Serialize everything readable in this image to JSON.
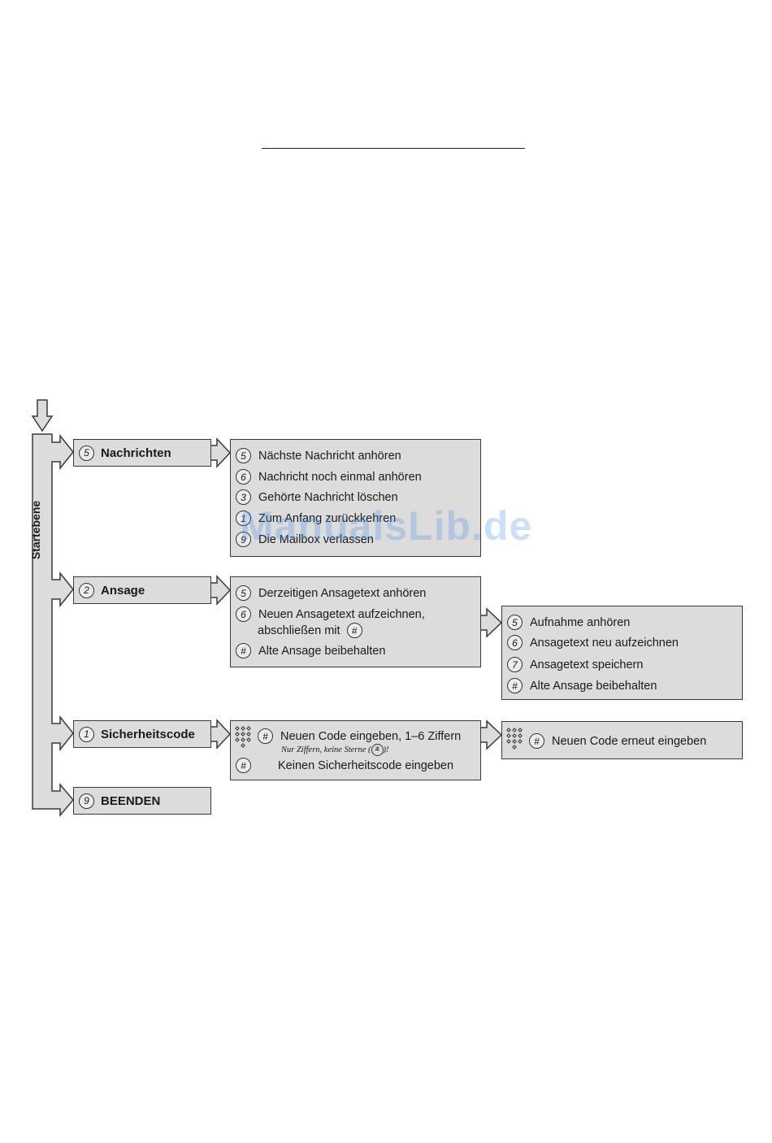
{
  "start_label": "Startebene",
  "menu": [
    {
      "key": "5",
      "label": "Nachrichten"
    },
    {
      "key": "2",
      "label": "Ansage"
    },
    {
      "key": "1",
      "label": "Sicherheitscode"
    },
    {
      "key": "9",
      "label": "BEENDEN"
    }
  ],
  "nachrichten_options": [
    {
      "key": "5",
      "text": "Nächste Nachricht anhören"
    },
    {
      "key": "6",
      "text": "Nachricht noch einmal anhören"
    },
    {
      "key": "3",
      "text": "Gehörte Nachricht löschen"
    },
    {
      "key": "1",
      "text": "Zum Anfang zurückkehren"
    },
    {
      "key": "9",
      "text": "Die Mailbox verlassen"
    }
  ],
  "ansage_options": [
    {
      "key": "5",
      "text": "Derzeitigen Ansagetext anhören"
    },
    {
      "key": "6",
      "text": "Neuen Ansagetext aufzeichnen,",
      "text2": "abschließen mit",
      "key2": "#"
    },
    {
      "key": "#",
      "text": "Alte Ansage beibehalten"
    }
  ],
  "aufnahme_options": [
    {
      "key": "5",
      "text": "Aufnahme anhören"
    },
    {
      "key": "6",
      "text": "Ansagetext neu aufzeichnen"
    },
    {
      "key": "7",
      "text": "Ansagetext speichern"
    },
    {
      "key": "#",
      "text": "Alte Ansage beibehalten"
    }
  ],
  "code_options": [
    {
      "key": "#",
      "text": "Neuen Code eingeben, 1–6 Ziffern",
      "note": "Nur Ziffern, keine Sterne (",
      "note_key": "*",
      "note_end": ")!"
    },
    {
      "key": "#",
      "text": "Keinen Sicherheitscode eingeben"
    }
  ],
  "code_confirm": {
    "key": "#",
    "text": "Neuen Code erneut eingeben"
  },
  "watermark": "ManualsLib.de"
}
